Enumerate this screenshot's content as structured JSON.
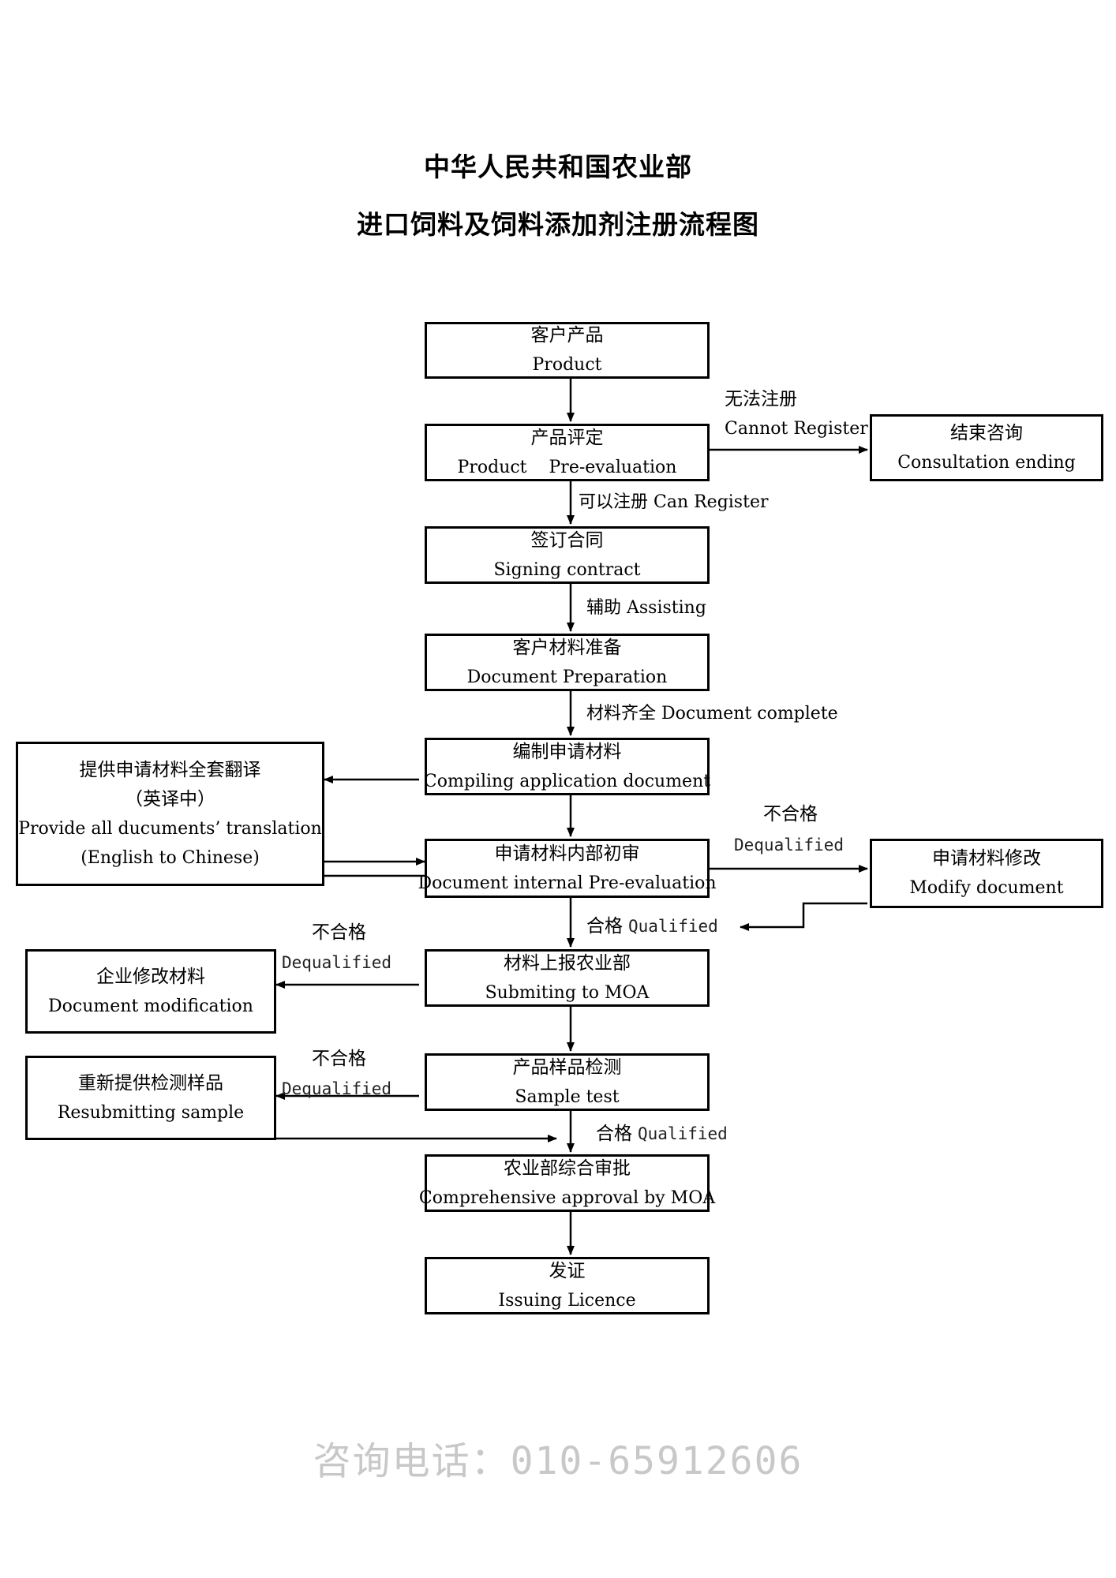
{
  "title": {
    "line1": "中华人民共和国农业部",
    "line2": "进口饲料及饲料添加剂注册流程图"
  },
  "nodes": {
    "product": {
      "zh": "客户产品",
      "en": "Product"
    },
    "pre_eval": {
      "zh": "产品评定",
      "en": "Product    Pre-evaluation"
    },
    "consult_end": {
      "zh": "结束咨询",
      "en": "Consultation ending"
    },
    "contract": {
      "zh": "签订合同",
      "en": "Signing contract"
    },
    "doc_prep": {
      "zh": "客户材料准备",
      "en": "Document Preparation"
    },
    "compiling": {
      "zh": "编制申请材料",
      "en": "Compiling application document"
    },
    "translation": {
      "zh1": "提供申请材料全套翻译",
      "zh2": "（英译中）",
      "en1": "Provide all ducuments’ translation",
      "en2": "(English to Chinese)"
    },
    "internal_review": {
      "zh": "申请材料内部初审",
      "en": "Document internal Pre-evaluation"
    },
    "modify_doc": {
      "zh": "申请材料修改",
      "en": "Modify document"
    },
    "submit_moa": {
      "zh": "材料上报农业部",
      "en": "Submiting to MOA"
    },
    "company_modify": {
      "zh": "企业修改材料",
      "en": "Document modification"
    },
    "sample_test": {
      "zh": "产品样品检测",
      "en": "Sample test"
    },
    "resubmit": {
      "zh": "重新提供检测样品",
      "en": "Resubmitting sample"
    },
    "approval": {
      "zh": "农业部综合审批",
      "en": "Comprehensive approval by MOA"
    },
    "licence": {
      "zh": "发证",
      "en": "Issuing Licence"
    }
  },
  "edge_labels": {
    "cannot_register": {
      "zh": "无法注册",
      "en": "Cannot Register"
    },
    "can_register": "可以注册 Can Register",
    "assisting": "辅助 Assisting",
    "doc_complete": "材料齐全 Document complete",
    "dequalified_1": {
      "zh": "不合格",
      "en": "Dequalified"
    },
    "qualified_1": {
      "zh": "合格",
      "en": "Qualified"
    },
    "dequalified_2": {
      "zh": "不合格",
      "en": "Dequalified"
    },
    "dequalified_3": {
      "zh": "不合格",
      "en": "Dequalified"
    },
    "qualified_2": {
      "zh": "合格",
      "en": "Qualified"
    }
  },
  "footer": "咨询电话：010-65912606"
}
